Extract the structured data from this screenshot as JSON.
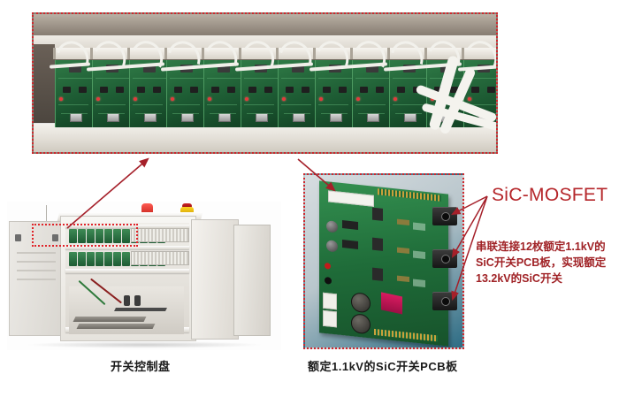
{
  "figure": {
    "title_label": "SiC-MOSFET",
    "description": "串联连接12枚额定1.1kV的SiC开关PCB板，实现额定13.2kV的SiC开关",
    "colors": {
      "title_red": "#b5262a",
      "description_red": "#a02226",
      "callout_dashed": "#d0272d",
      "arrow_red": "#a5202a",
      "pcb_green": "#1f6c39",
      "cabinet_gray": "#e6e3dd"
    }
  },
  "panels": {
    "rack": {
      "name": "串联SiC开关PCB板阵列照片",
      "card_count": 12
    },
    "cabinet": {
      "caption": "开关控制盘",
      "highlight_label": "SiC开关PCB板列"
    },
    "pcb": {
      "caption": "额定1.1kV的SiC开关PCB板",
      "mosfet_count": 3
    }
  },
  "callouts": [
    {
      "name": "cabinet-to-rack",
      "from": "开关控制盘内部PCB列",
      "to": "顶部PCB阵列照片"
    },
    {
      "name": "rack-to-pcb",
      "from": "顶部PCB阵列照片",
      "to": "单块SiC开关PCB板"
    },
    {
      "name": "label-to-mosfet-1",
      "from": "SiC-MOSFET",
      "to": "MOSFET 1"
    },
    {
      "name": "label-to-mosfet-2",
      "from": "SiC-MOSFET",
      "to": "MOSFET 2"
    },
    {
      "name": "label-to-mosfet-3",
      "from": "SiC-MOSFET",
      "to": "MOSFET 3"
    }
  ]
}
